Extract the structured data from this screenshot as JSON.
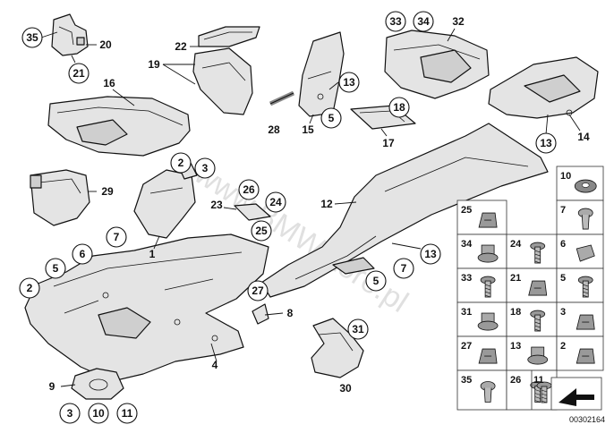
{
  "watermark": "www.BMWstore.pl",
  "doc_number": "00302164",
  "callouts": {
    "c35": "35",
    "c20": "20",
    "c21": "21",
    "c22": "22",
    "c19": "19",
    "c16": "16",
    "c28": "28",
    "c15": "15",
    "c13a": "13",
    "c5a": "5",
    "c33a": "33",
    "c34a": "34",
    "c32": "32",
    "c18": "18",
    "c17": "17",
    "c14": "14",
    "c13b": "13",
    "c2a": "2",
    "c3a": "3",
    "c29": "29",
    "c23": "23",
    "c26": "26",
    "c24": "24",
    "c25": "25",
    "c12": "12",
    "c7a": "7",
    "c6a": "6",
    "c1": "1",
    "c5b": "5",
    "c2b": "2",
    "c13c": "13",
    "c7b": "7",
    "c5c": "5",
    "c27": "27",
    "c8": "8",
    "c4": "4",
    "c9": "9",
    "c31": "31",
    "c30": "30",
    "c3b": "3",
    "c10": "10",
    "c11": "11"
  },
  "grid": [
    {
      "num": "10"
    },
    {
      "num": ""
    },
    {
      "num": "25"
    },
    {
      "num": "7"
    },
    {
      "num": "34"
    },
    {
      "num": "24"
    },
    {
      "num": "6"
    },
    {
      "num": "33"
    },
    {
      "num": "21"
    },
    {
      "num": "5"
    },
    {
      "num": "31"
    },
    {
      "num": "18"
    },
    {
      "num": "3"
    },
    {
      "num": "27"
    },
    {
      "num": "13"
    },
    {
      "num": "2"
    },
    {
      "num": "35"
    },
    {
      "num": "26"
    },
    {
      "num": "11"
    }
  ]
}
